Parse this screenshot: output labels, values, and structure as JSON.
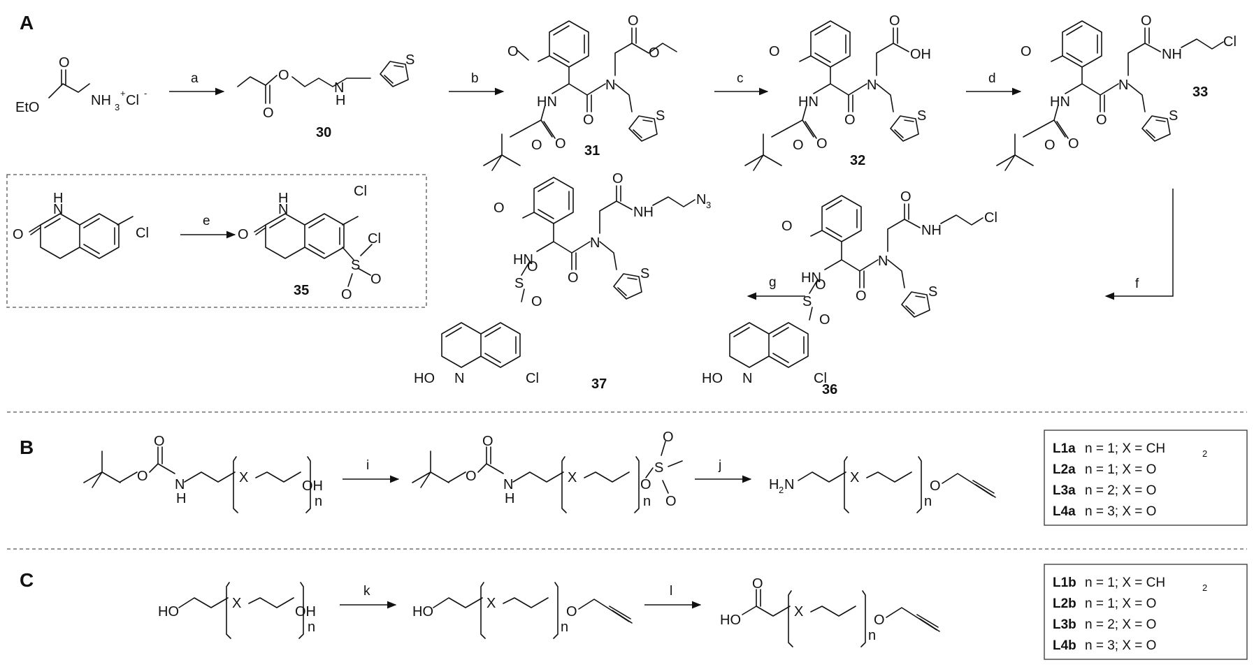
{
  "panels": {
    "a": "A",
    "b": "B",
    "c": "C"
  },
  "reagents": {
    "a": "a",
    "b": "b",
    "c": "c",
    "d": "d",
    "e": "e",
    "f": "f",
    "g": "g",
    "i": "i",
    "j": "j",
    "k": "k",
    "l": "l"
  },
  "compounds": {
    "c30": "30",
    "c31": "31",
    "c32": "32",
    "c33": "33",
    "c35": "35",
    "c36": "36",
    "c37": "37"
  },
  "atoms": {
    "EtO": "EtO",
    "O": "O",
    "N": "N",
    "S": "S",
    "H": "H",
    "Cl": "Cl",
    "HN": "HN",
    "NH": "NH",
    "OH": "OH",
    "HO": "HO",
    "X": "X",
    "n": "n",
    "N3": "N",
    "sub3": "3",
    "H2N": "H",
    "sub2": "2",
    "NH3": "NH",
    "plus": "+",
    "Clminus": "Cl",
    "minus": "-"
  },
  "legend_b": [
    {
      "id": "L1a",
      "text": "n = 1; X = CH",
      "sub": "2"
    },
    {
      "id": "L2a",
      "text": "n = 1; X = O",
      "sub": ""
    },
    {
      "id": "L3a",
      "text": "n = 2; X = O",
      "sub": ""
    },
    {
      "id": "L4a",
      "text": "n = 3; X = O",
      "sub": ""
    }
  ],
  "legend_c": [
    {
      "id": "L1b",
      "text": "n = 1; X = CH",
      "sub": "2"
    },
    {
      "id": "L2b",
      "text": "n = 1; X = O",
      "sub": ""
    },
    {
      "id": "L3b",
      "text": "n = 2; X = O",
      "sub": ""
    },
    {
      "id": "L4b",
      "text": "n = 3; X = O",
      "sub": ""
    }
  ]
}
